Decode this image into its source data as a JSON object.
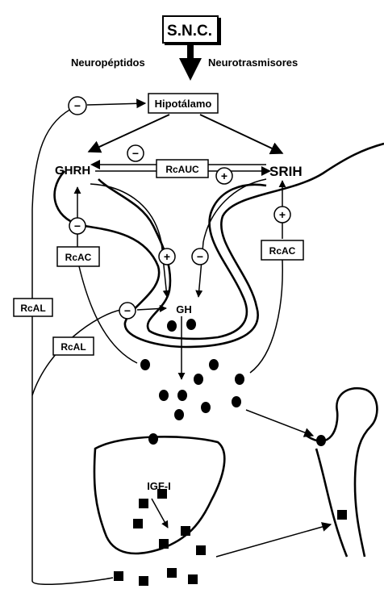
{
  "top": {
    "snc": "S.N.C.",
    "neuropeptidos": "Neuropéptidos",
    "neurotrasmisores": "Neurotrasmisores"
  },
  "nodes": {
    "hipotalamo": "Hipotálamo",
    "ghrh": "GHRH",
    "srih": "SRIH",
    "gh": "GH",
    "igf": "IGF-I"
  },
  "feedback": {
    "rcauc": "RcAUC",
    "rcac_left": "RcAC",
    "rcac_right": "RcAC",
    "rcal_outer": "RcAL",
    "rcal_inner": "RcAL"
  },
  "signs": {
    "minus": "−",
    "plus": "+"
  },
  "colors": {
    "ink": "#000000",
    "background": "#ffffff"
  }
}
